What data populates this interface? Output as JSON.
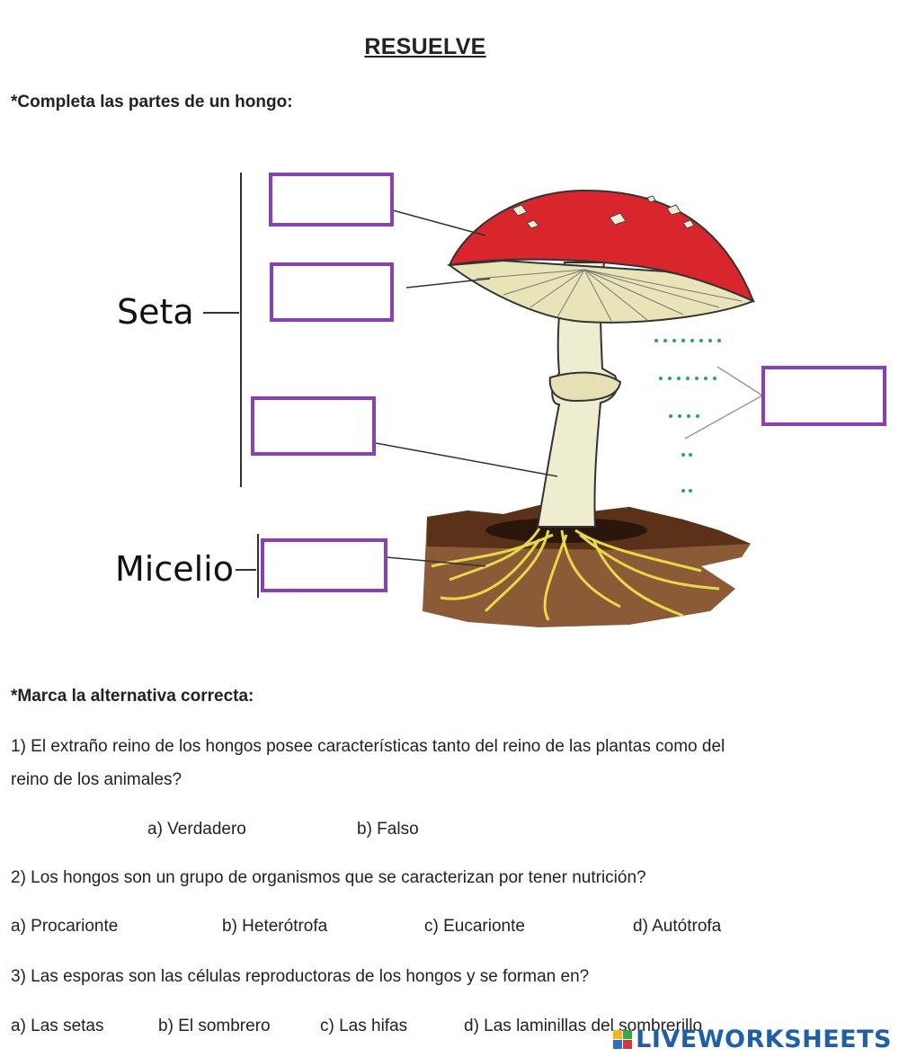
{
  "title": "RESUELVE",
  "section1": {
    "heading": "*Completa las partes de un hongo:",
    "labels": {
      "seta": "Seta",
      "micelio": "Micelio"
    }
  },
  "section2": {
    "heading": "*Marca la alternativa correcta:",
    "questions": [
      {
        "text_line1": "1) El extraño reino de los hongos posee características tanto del reino de las plantas como del",
        "text_line2": "reino de los animales?",
        "options": [
          "a) Verdadero",
          "b) Falso"
        ]
      },
      {
        "text_line1": "2) Los hongos son un grupo de organismos que se caracterizan por tener nutrición?",
        "options": [
          "a) Procarionte",
          "b) Heterótrofa",
          "c) Eucarionte",
          "d) Autótrofa"
        ]
      },
      {
        "text_line1": "3) Las esporas son las células reproductoras de los hongos y se forman en?",
        "options": [
          "a) Las setas",
          "b) El sombrero",
          "c) Las hifas",
          "d) Las laminillas del sombrerillo"
        ]
      }
    ]
  },
  "watermark": "LIVEWORKSHEETS",
  "colors": {
    "box_border": "#8a3fb5",
    "cap": "#d9262c",
    "gills": "#e9e4b8",
    "soil": "#7a4a2a",
    "spores": "#2aa36b",
    "watermark": "#1f5fa8"
  }
}
